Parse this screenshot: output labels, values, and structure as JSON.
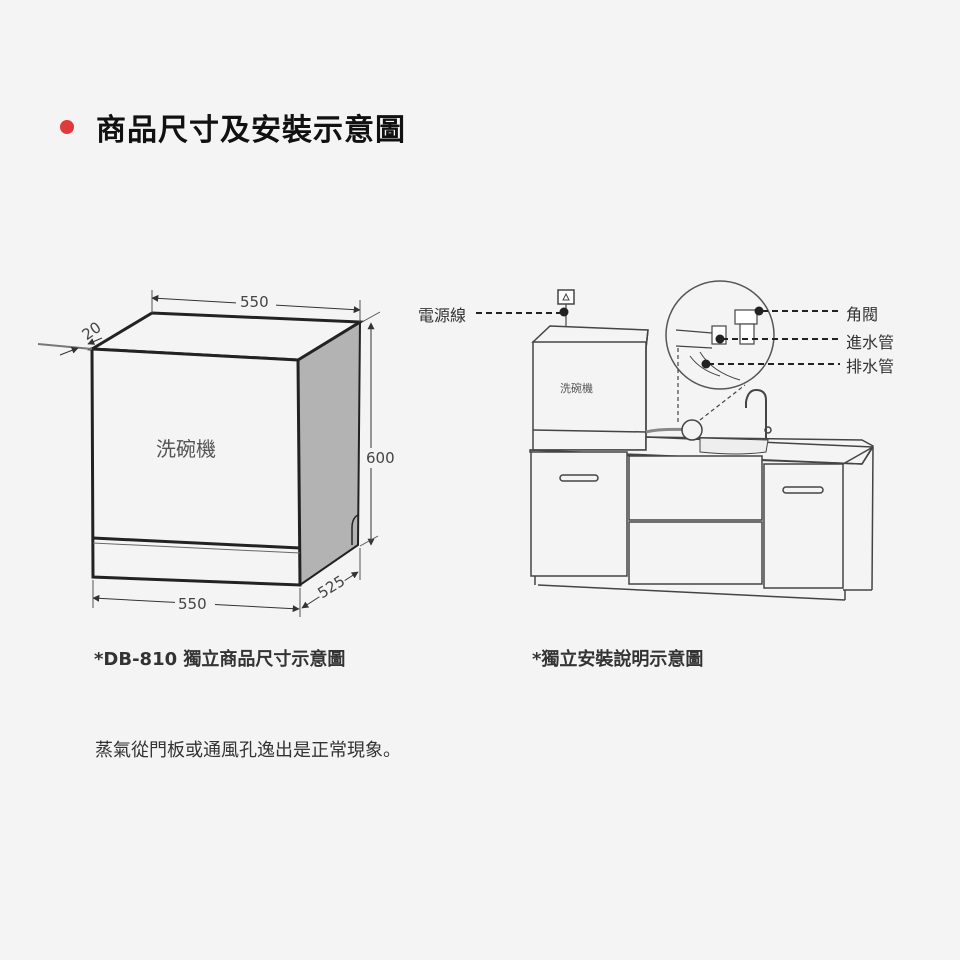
{
  "header": {
    "title": "商品尺寸及安裝示意圖",
    "bullet_color": "#e03a3a"
  },
  "dimension_diagram": {
    "product_label": "洗碗機",
    "top_width": "550",
    "bottom_width": "550",
    "height": "600",
    "depth": "525",
    "door_offset": "20",
    "caption": "*DB-810 獨立商品尺寸示意圖"
  },
  "installation_diagram": {
    "product_label": "洗碗機",
    "callouts": {
      "power_cord": "電源線",
      "angle_valve": "角閥",
      "inlet_hose": "進水管",
      "drain_hose": "排水管"
    },
    "caption": "*獨立安裝說明示意圖"
  },
  "footer": {
    "note": "蒸氣從門板或通風孔逸出是正常現象。"
  }
}
